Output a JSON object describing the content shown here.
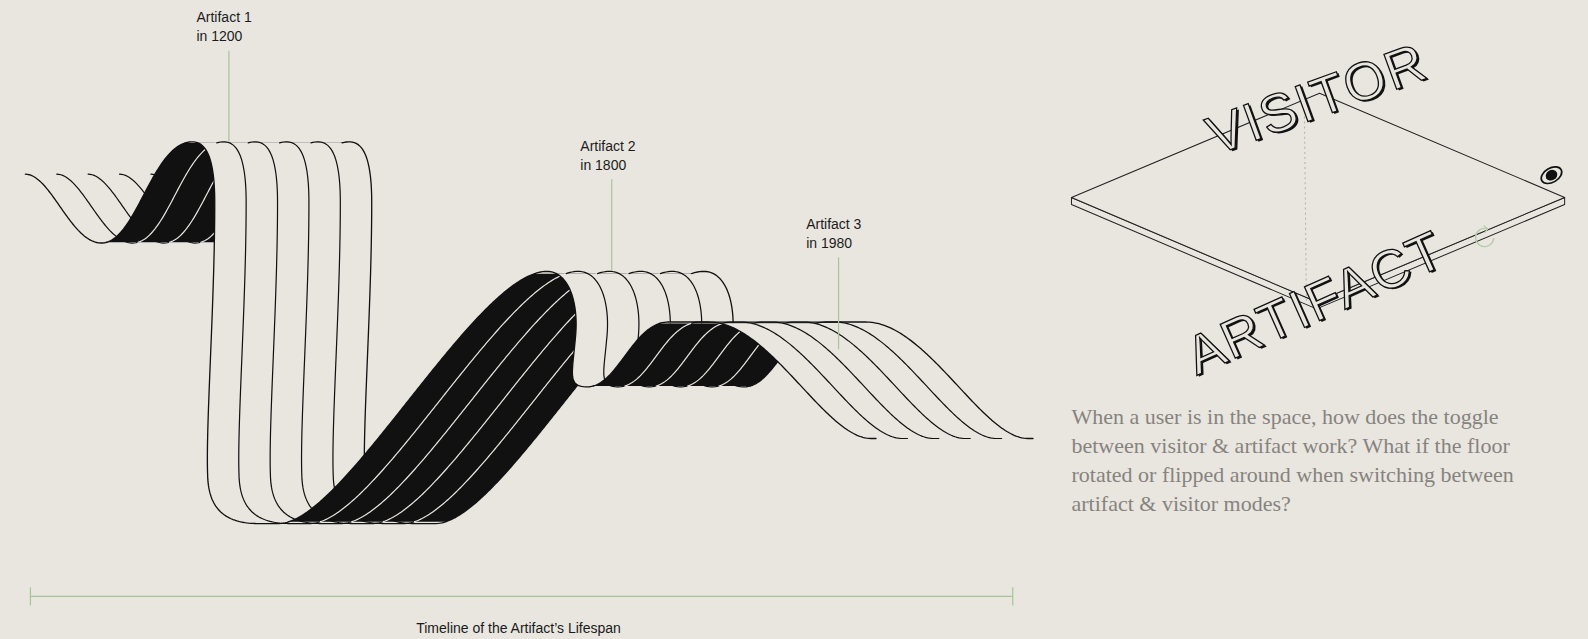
{
  "diagram": {
    "labels": [
      "Artifact 1 in 1200",
      "VISITOR",
      "Artifact 2 in 1800",
      "Artifact 3 in 1980",
      "ARTIFACT",
      "When a user is in the space, how does the toggle between visitor & artifact work? What if the floor rotated or flipped around when switching between artifact & visitor modes?",
      "Timeline of the Artifact’s Lifespan"
    ]
  }
}
